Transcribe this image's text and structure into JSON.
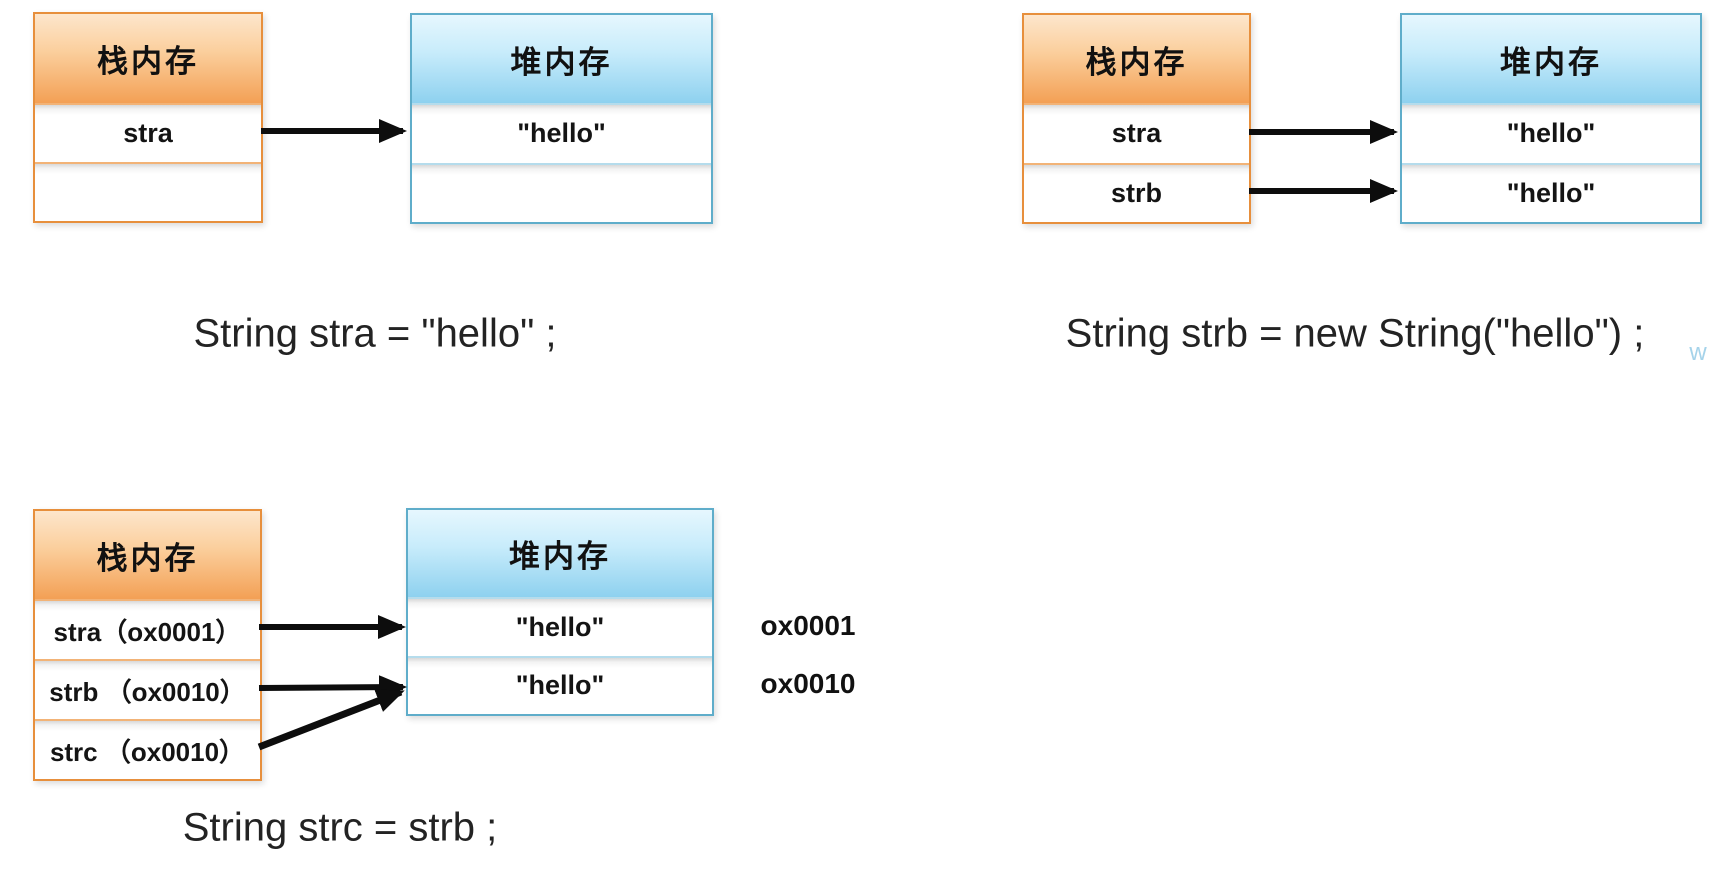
{
  "colors": {
    "stack_border": "#e78f3c",
    "stack_separator": "#f2b377",
    "stack_header_top": "#fde6cc",
    "stack_header_bottom": "#f3a055",
    "heap_border": "#5fadca",
    "heap_separator": "#b5dcec",
    "heap_header_top": "#e6f7fe",
    "heap_header_bottom": "#8ed1ef",
    "arrow_color": "#0d0d0d",
    "text_color": "#141414",
    "caption_color": "#232323",
    "watermark_color": "#a5d3ea"
  },
  "diagrams": {
    "top_left": {
      "stack": {
        "title": "栈内存",
        "rows": [
          "stra",
          ""
        ]
      },
      "heap": {
        "title": "堆内存",
        "rows": [
          "\"hello\"",
          ""
        ]
      },
      "caption": "String stra = \"hello\" ;"
    },
    "top_right": {
      "stack": {
        "title": "栈内存",
        "rows": [
          "stra",
          "strb"
        ]
      },
      "heap": {
        "title": "堆内存",
        "rows": [
          "\"hello\"",
          "\"hello\""
        ]
      },
      "caption": "String strb = new String(\"hello\") ;",
      "watermark": "w"
    },
    "bottom_left": {
      "stack": {
        "title": "栈内存",
        "rows": [
          "stra（ox0001）",
          "strb （ox0010）",
          "strc （ox0010）"
        ]
      },
      "heap": {
        "title": "堆内存",
        "rows": [
          "\"hello\"",
          "\"hello\""
        ]
      },
      "heap_address_labels": [
        "ox0001",
        "ox0010"
      ],
      "caption": "String strc = strb ;"
    }
  }
}
